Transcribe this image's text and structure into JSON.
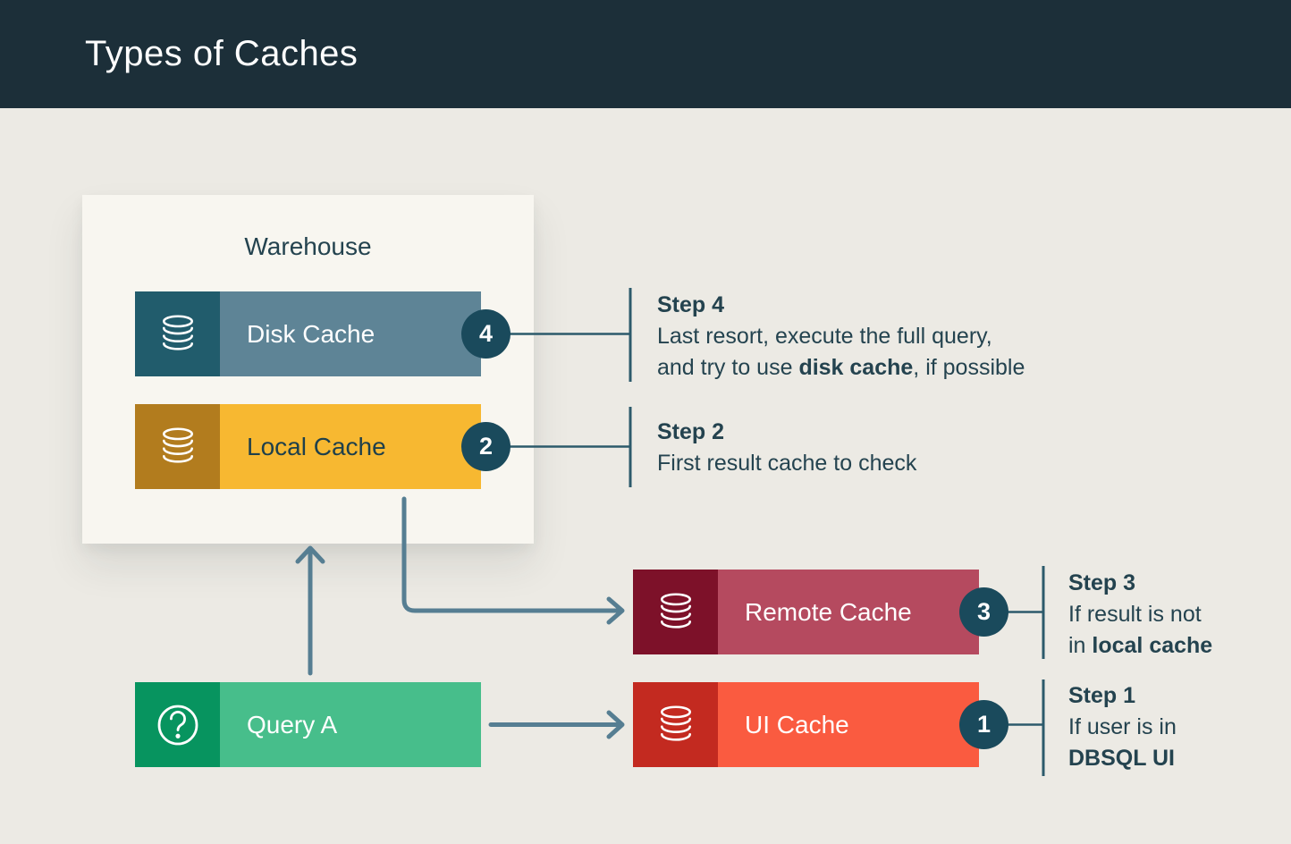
{
  "header": {
    "title": "Types of Caches"
  },
  "warehouse": {
    "label": "Warehouse"
  },
  "nodes": {
    "disk": {
      "label": "Disk Cache",
      "badge": "4"
    },
    "local": {
      "label": "Local Cache",
      "badge": "2"
    },
    "remote": {
      "label": "Remote Cache",
      "badge": "3"
    },
    "ui": {
      "label": "UI Cache",
      "badge": "1"
    },
    "query": {
      "label": "Query A"
    }
  },
  "steps": {
    "step4": {
      "title": "Step 4",
      "line1": "Last resort, execute the full query,",
      "line2_pre": "and try to use ",
      "line2_bold": "disk cache",
      "line2_post": ", if possible"
    },
    "step2": {
      "title": "Step 2",
      "line1": "First result cache to check"
    },
    "step3": {
      "title": "Step 3",
      "line1": "If result is not",
      "line2_pre": "in ",
      "line2_bold": "local cache",
      "line2_post": ""
    },
    "step1": {
      "title": "Step 1",
      "line1": "If user is in",
      "line2_pre": "",
      "line2_bold": "DBSQL UI",
      "line2_post": ""
    }
  },
  "icons": {
    "database": "database-icon",
    "question": "question-mark-icon"
  },
  "colors": {
    "header_bg": "#1C2F39",
    "page_bg": "#ECEAE4",
    "panel_bg": "#F8F6F0",
    "text_dark": "#24434F",
    "badge_bg": "#1A4A5C",
    "line": "#2C5A6B",
    "arrow": "#567E92",
    "disk_icon": "#215C6C",
    "disk_main": "#5E8496",
    "local_icon": "#B27C1E",
    "local_main": "#F7B831",
    "local_text": "#1F404B",
    "remote_icon": "#7D1129",
    "remote_main": "#B54A5F",
    "ui_icon": "#C32A20",
    "ui_main": "#FA5B40",
    "query_icon": "#07945F",
    "query_main": "#47BE8B"
  }
}
